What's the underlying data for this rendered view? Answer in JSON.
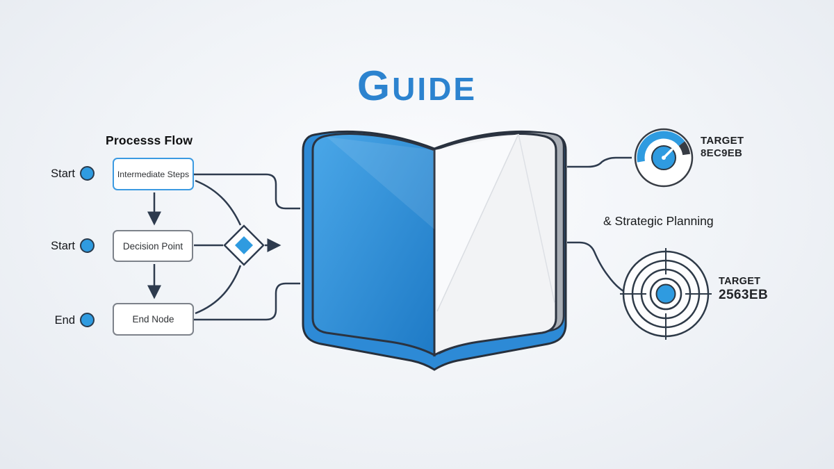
{
  "title": "GUIDE",
  "flowchart": {
    "heading": "Processs Flow",
    "rows": [
      {
        "label": "Start",
        "node": "Intermediate Steps"
      },
      {
        "label": "Start",
        "node": "Decision Point"
      },
      {
        "label": "End",
        "node": "End Node"
      }
    ]
  },
  "right_panel": {
    "gauge": {
      "title": "TARGET",
      "value": "8EC9EB"
    },
    "note": "& Strategic Planning",
    "target": {
      "title": "TARGET",
      "value": "2563EB"
    }
  },
  "colors": {
    "accent": "#2f9be0",
    "line": "#2e3b4e",
    "title": "#2c83cf",
    "book_cover": "#2d8ad6"
  }
}
